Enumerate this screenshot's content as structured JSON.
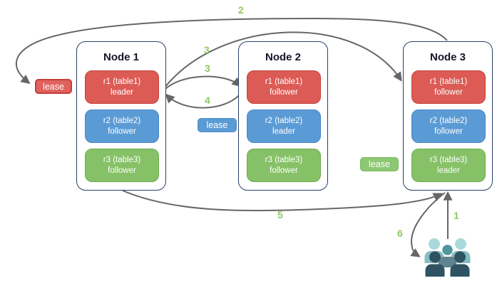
{
  "nodes": [
    {
      "title": "Node 1",
      "replicas": [
        {
          "name": "r1 (table1)",
          "role": "leader"
        },
        {
          "name": "r2 (table2)",
          "role": "follower"
        },
        {
          "name": "r3 (table3)",
          "role": "follower"
        }
      ]
    },
    {
      "title": "Node 2",
      "replicas": [
        {
          "name": "r1 (table1)",
          "role": "follower"
        },
        {
          "name": "r2 (table2)",
          "role": "leader"
        },
        {
          "name": "r3 (table3)",
          "role": "follower"
        }
      ]
    },
    {
      "title": "Node 3",
      "replicas": [
        {
          "name": "r1 (table1)",
          "role": "follower"
        },
        {
          "name": "r2 (table2)",
          "role": "follower"
        },
        {
          "name": "r3 (table3)",
          "role": "leader"
        }
      ]
    }
  ],
  "leases": [
    {
      "label": "lease",
      "table": "table1",
      "color": "#DF625D"
    },
    {
      "label": "lease",
      "table": "table2",
      "color": "#5B9BD5"
    },
    {
      "label": "lease",
      "table": "table3",
      "color": "#8CC873"
    }
  ],
  "steps": {
    "s1": "1",
    "s2": "2",
    "s3a": "3",
    "s3b": "3",
    "s4": "4",
    "s5": "5",
    "s6": "6"
  },
  "icons": {
    "clients": "user-group-icon"
  },
  "colors": {
    "replica_red": "#DC5B55",
    "replica_blue": "#5B9BD5",
    "replica_green": "#86C167",
    "node_border": "#2A3F6B",
    "arrow_gray": "#666666",
    "step_label_green": "#8FC862",
    "client_light_teal": "#A9DADB",
    "client_mid_teal_head": "#4E959D",
    "client_mid_teal_body": "#5F838F",
    "client_dark_teal": "#2F5362"
  }
}
